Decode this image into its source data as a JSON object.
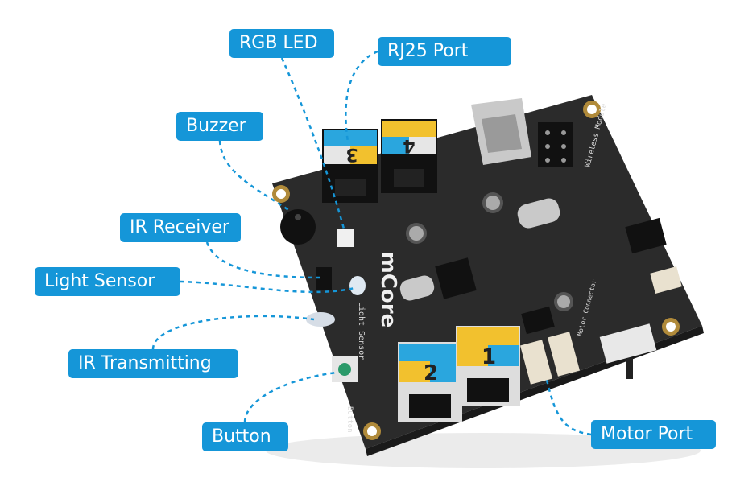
{
  "image": {
    "description_free": true
  },
  "callouts": {
    "rgb_led": "RGB LED",
    "rj25_port": "RJ25 Port",
    "buzzer": "Buzzer",
    "ir_receiver": "IR Receiver",
    "light_sensor": "Light Sensor",
    "ir_transmitting": "IR Transmitting",
    "button": "Button",
    "motor_port": "Motor Port"
  },
  "board": {
    "brand": "mCore",
    "port_numbers": [
      "1",
      "2",
      "3",
      "4"
    ],
    "silk_light_sensor": "Light Sensor",
    "silk_button": "Button",
    "silk_wireless": "Wireless Module",
    "silk_motor": "Motor Connector"
  },
  "colors": {
    "callout": "#1596d8",
    "pcb": "#2b2b2b",
    "port_yellow": "#f2c12e",
    "port_blue": "#2aa6de"
  }
}
